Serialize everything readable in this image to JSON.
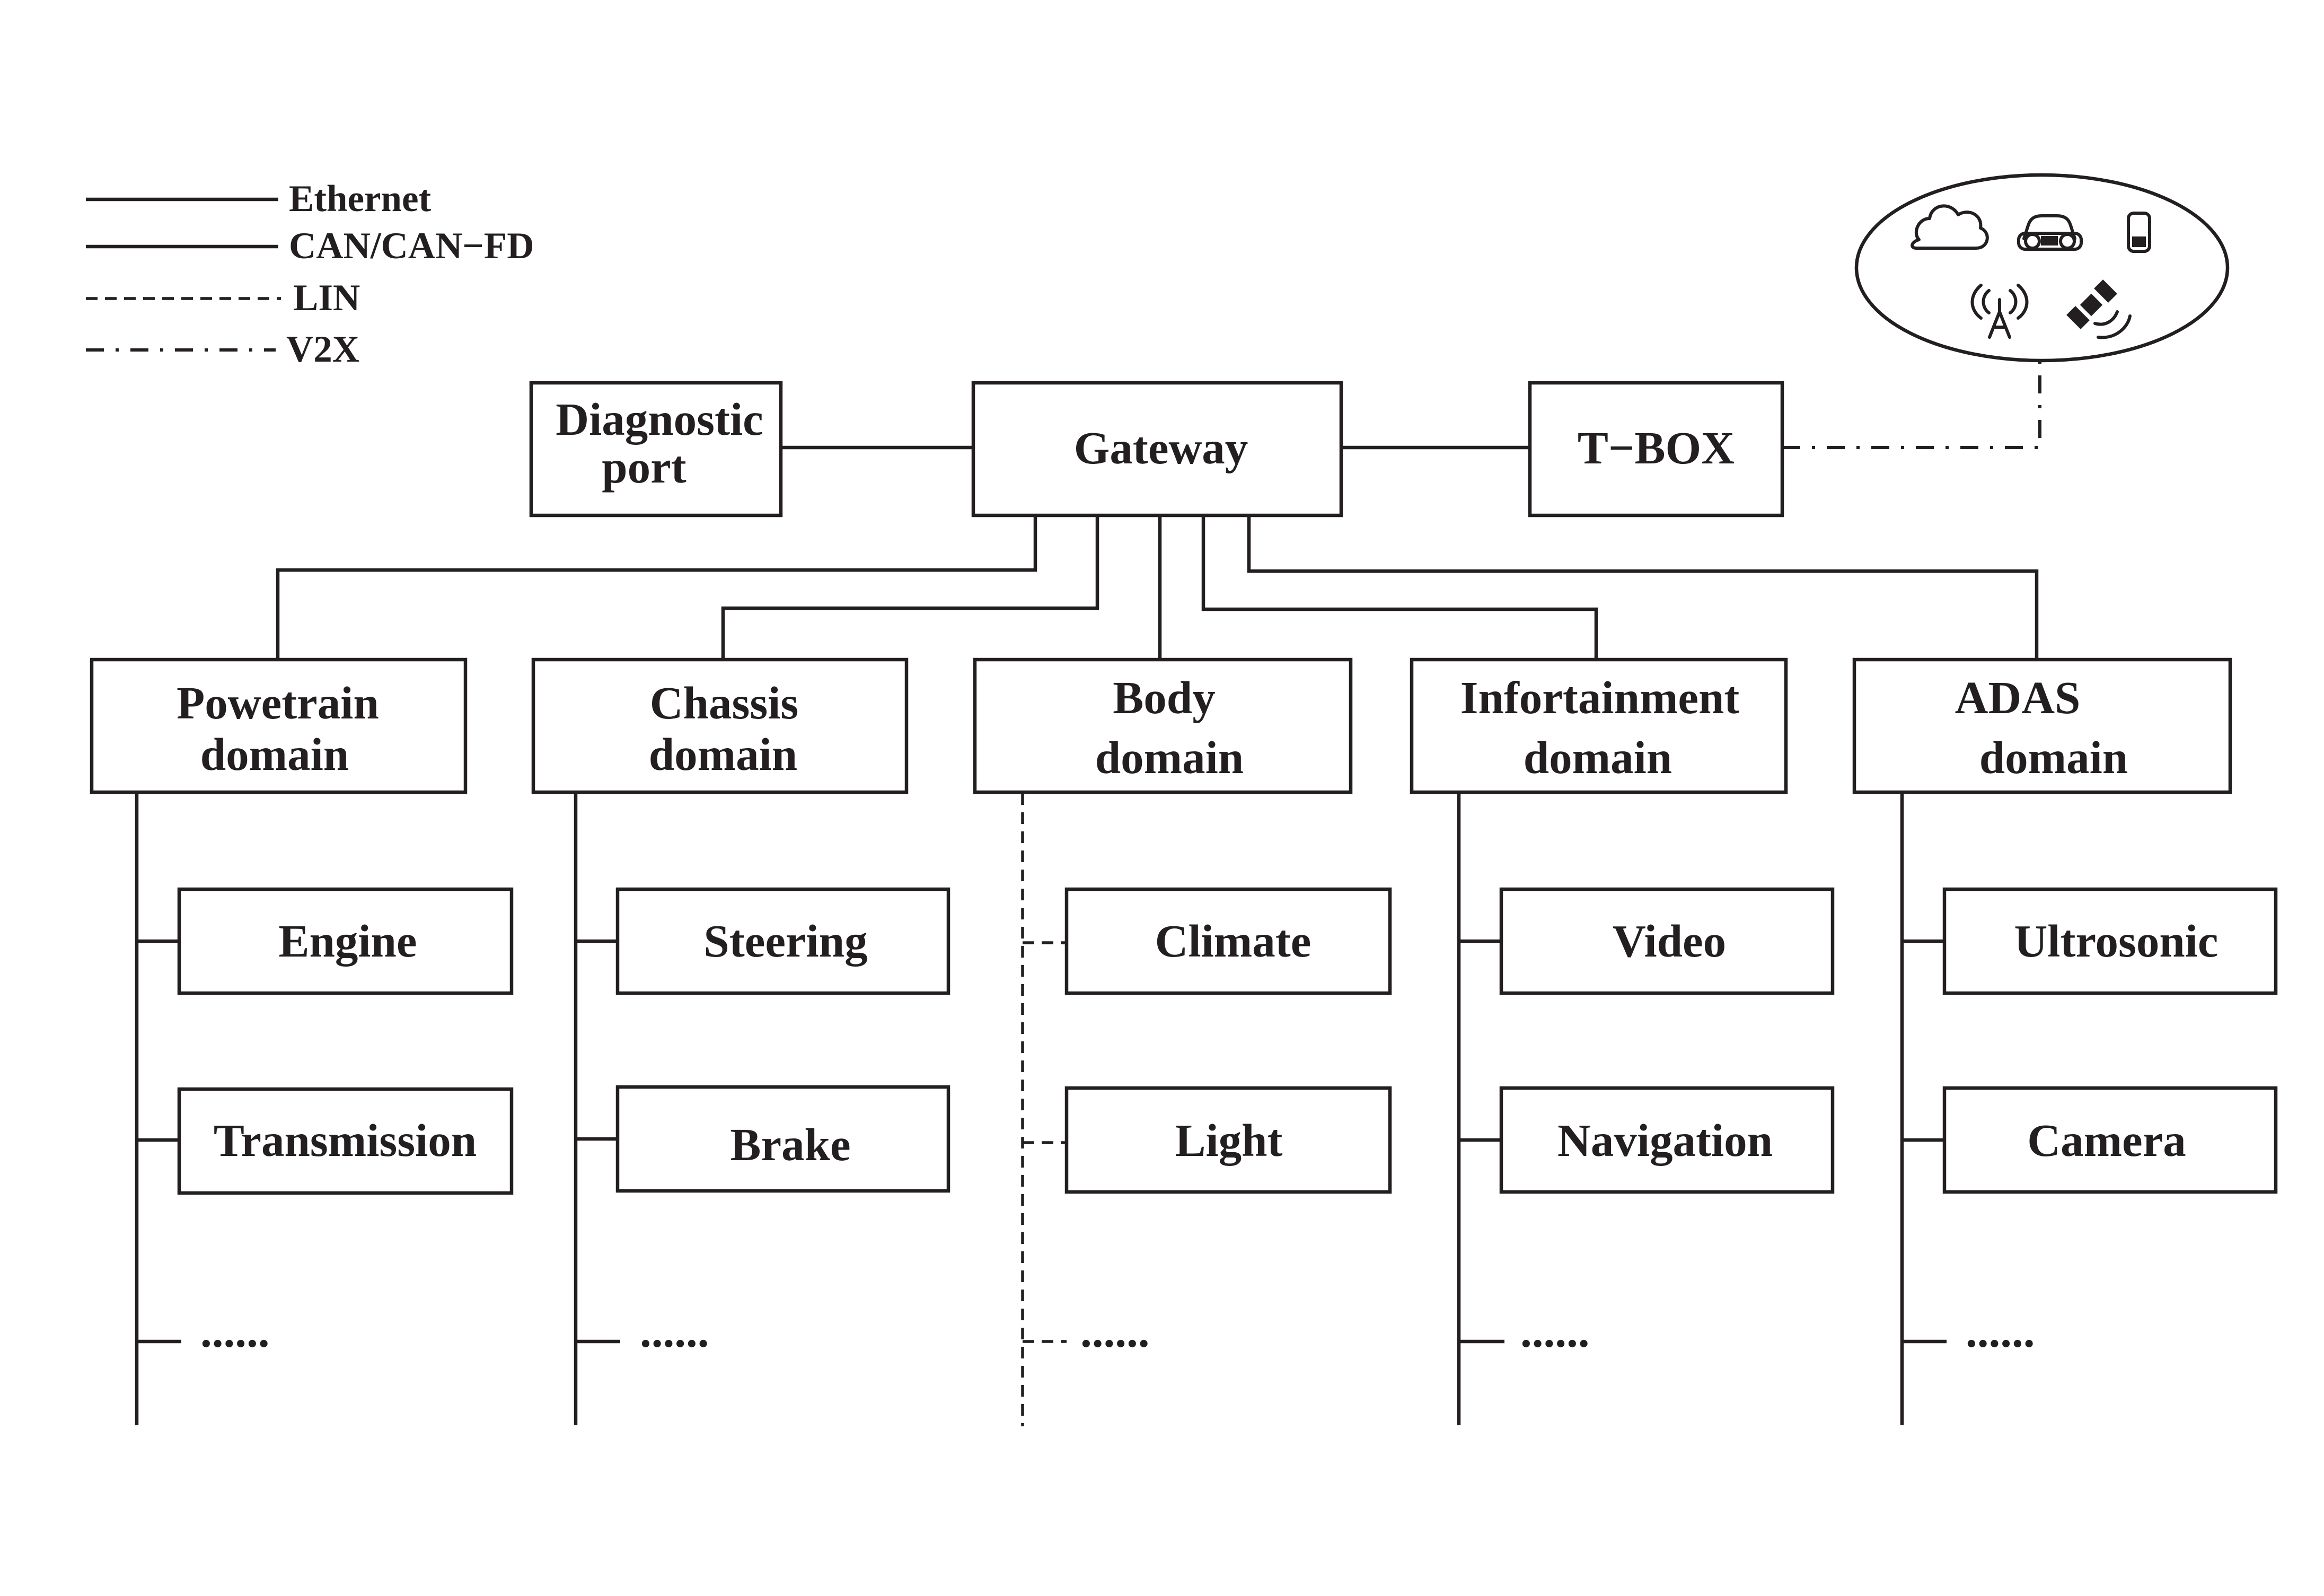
{
  "legend": {
    "ethernet": "Ethernet",
    "can": "CAN/CAN−FD",
    "lin": "LIN",
    "v2x": "V2X"
  },
  "nodes": {
    "diagnostic": [
      "Diagnostic",
      "port"
    ],
    "gateway": "Gateway",
    "tbox": "T−BOX"
  },
  "domains": {
    "powertrain": {
      "title": [
        "Powetrain",
        "domain"
      ],
      "items": [
        "Engine",
        "Transmission"
      ],
      "more": "......"
    },
    "chassis": {
      "title": [
        "Chassis",
        "domain"
      ],
      "items": [
        "Steering",
        "Brake"
      ],
      "more": "......"
    },
    "body": {
      "title": [
        "Body",
        "domain"
      ],
      "items": [
        "Climate",
        "Light"
      ],
      "more": "......"
    },
    "infotainment": {
      "title": [
        "Infortainment",
        "domain"
      ],
      "items": [
        "Video",
        "Navigation"
      ],
      "more": "......"
    },
    "adas": {
      "title": [
        "ADAS",
        "domain"
      ],
      "items": [
        "Ultrosonic",
        "Camera"
      ],
      "more": "......"
    }
  },
  "cloud_icons": [
    "cloud-icon",
    "car-icon",
    "phone-icon",
    "antenna-icon",
    "satellite-icon"
  ],
  "colors": {
    "ink": "#231f20",
    "background": "#ffffff"
  }
}
